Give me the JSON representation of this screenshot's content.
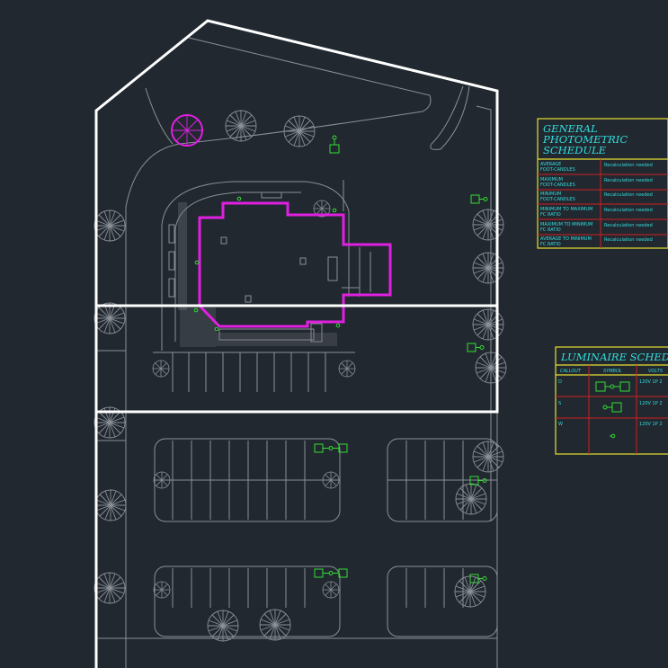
{
  "colors": {
    "background": "#212830",
    "boundary": "#ffffff",
    "linework": "#8a9096",
    "building": "#e020e0",
    "fixture": "#33dd33",
    "table_border": "#e8e030",
    "table_grid": "#d02020",
    "table_title": "#33dddd",
    "table_text": "#33dddd"
  },
  "photometric_schedule": {
    "title_lines": [
      "GENERAL",
      "PHOTOMETRIC",
      "SCHEDULE"
    ],
    "rows": [
      {
        "label_lines": [
          "AVERAGE",
          "FOOT-CANDLES"
        ],
        "value": "Recalculation needed"
      },
      {
        "label_lines": [
          "MAXIMUM",
          "FOOT-CANDLES"
        ],
        "value": "Recalculation needed"
      },
      {
        "label_lines": [
          "MINIMUM",
          "FOOT-CANDLES"
        ],
        "value": "Recalculation needed"
      },
      {
        "label_lines": [
          "MINIMUM TO MAXIMUM",
          "FC RATIO"
        ],
        "value": "Recalculation needed"
      },
      {
        "label_lines": [
          "MAXIMUM TO MINIMUM",
          "FC RATIO"
        ],
        "value": "Recalculation needed"
      },
      {
        "label_lines": [
          "AVERAGE TO MINIMUM",
          "FC RATIO"
        ],
        "value": "Recalculation needed"
      }
    ]
  },
  "luminaire_schedule": {
    "title": "LUMINAIRE SCHEDU",
    "headers": [
      "CALLOUT",
      "SYMBOL",
      "VOLTS"
    ],
    "rows": [
      {
        "callout": "D",
        "symbol": "double-head-pole-icon",
        "volts": "120V 1P 2"
      },
      {
        "callout": "S",
        "symbol": "single-head-pole-icon",
        "volts": "120V 1P 2"
      },
      {
        "callout": "W",
        "symbol": "wall-pack-icon",
        "volts": "120V 1P 2"
      }
    ]
  }
}
